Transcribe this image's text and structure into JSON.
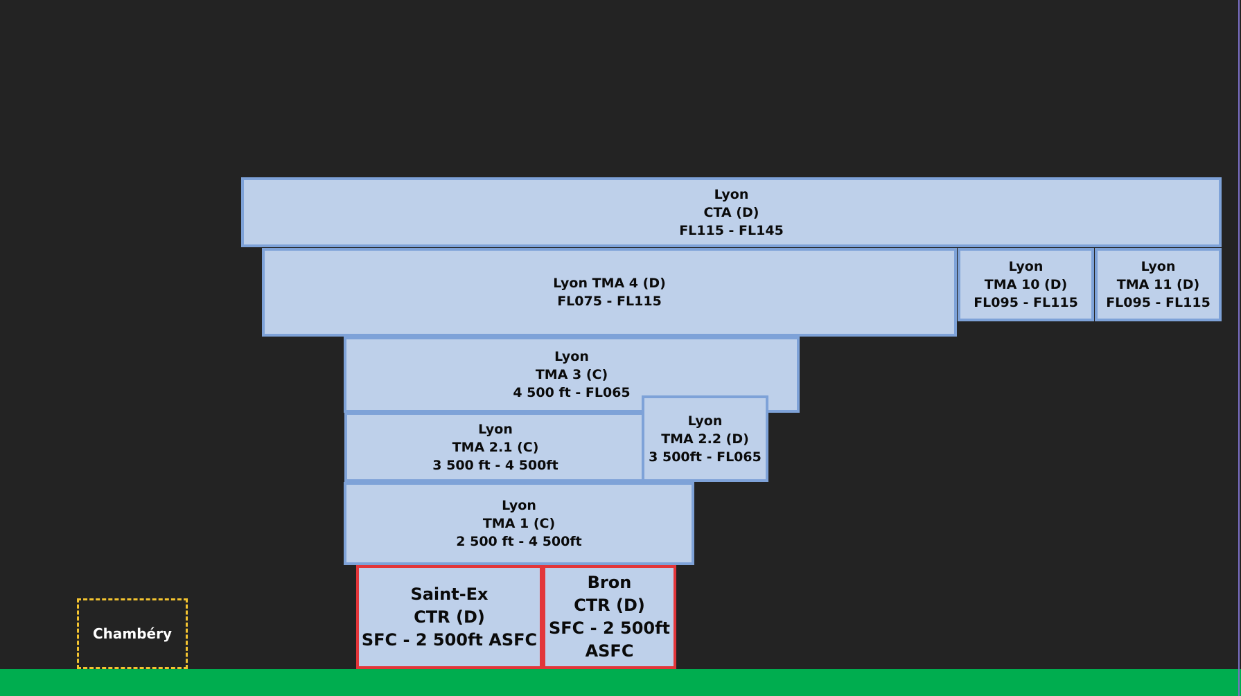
{
  "colors": {
    "background": "#232323",
    "ground": "#00ad4f",
    "zone_fill": "#bed0ea",
    "zone_border": "#7ea2d8",
    "ctr_border": "#e3363a",
    "aerodrome_border": "#f4c430"
  },
  "zones": {
    "cta": {
      "name": "Lyon",
      "designation": "CTA (D)",
      "levels": "FL115 - FL145"
    },
    "tma4": {
      "designation": "Lyon TMA 4 (D)",
      "levels": "FL075 - FL115"
    },
    "tma10": {
      "name": "Lyon",
      "designation": "TMA 10 (D)",
      "levels": "FL095 - FL115"
    },
    "tma11": {
      "name": "Lyon",
      "designation": "TMA 11 (D)",
      "levels": "FL095 - FL115"
    },
    "tma3": {
      "name": "Lyon",
      "designation": "TMA 3 (C)",
      "levels": "4 500 ft - FL065"
    },
    "tma21": {
      "name": "Lyon",
      "designation": "TMA 2.1 (C)",
      "levels": "3 500 ft - 4 500ft"
    },
    "tma22": {
      "name": "Lyon",
      "designation": "TMA 2.2 (D)",
      "levels": "3 500ft - FL065"
    },
    "tma1": {
      "name": "Lyon",
      "designation": "TMA 1 (C)",
      "levels": "2 500 ft - 4 500ft"
    },
    "ctr_saint_ex": {
      "name": "Saint-Ex",
      "designation": "CTR (D)",
      "levels": "SFC - 2 500ft ASFC"
    },
    "ctr_bron": {
      "name": "Bron",
      "designation": "CTR (D)",
      "levels": "SFC - 2 500ft ASFC"
    }
  },
  "aerodromes": {
    "chambery": {
      "name": "Chambéry"
    }
  }
}
